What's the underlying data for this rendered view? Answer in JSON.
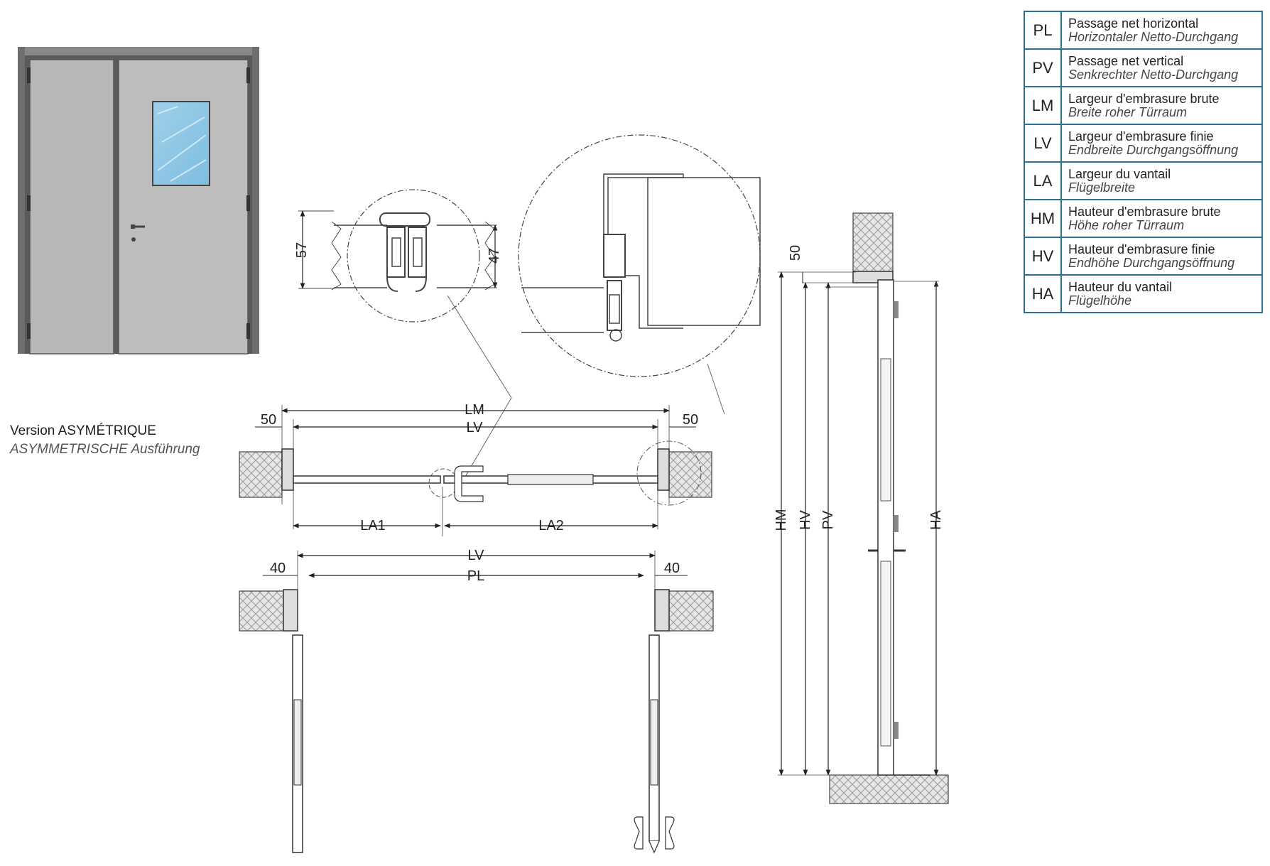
{
  "caption": {
    "version_fr": "Version ASYMÉTRIQUE",
    "version_de": "ASYMMETRISCHE Ausführung"
  },
  "legend": [
    {
      "code": "PL",
      "fr": "Passage net horizontal",
      "de": "Horizontaler Netto-Durchgang"
    },
    {
      "code": "PV",
      "fr": "Passage net vertical",
      "de": "Senkrechter Netto-Durchgang"
    },
    {
      "code": "LM",
      "fr": "Largeur d'embrasure brute",
      "de": "Breite roher Türraum"
    },
    {
      "code": "LV",
      "fr": "Largeur d'embrasure finie",
      "de": "Endbreite Durchgangsöffnung"
    },
    {
      "code": "LA",
      "fr": "Largeur du vantail",
      "de": "Flügelbreite"
    },
    {
      "code": "HM",
      "fr": "Hauteur d'embrasure brute",
      "de": "Höhe roher Türraum"
    },
    {
      "code": "HV",
      "fr": "Hauteur d'embrasure finie",
      "de": "Endhöhe Durchgangsöffnung"
    },
    {
      "code": "HA",
      "fr": "Hauteur du vantail",
      "de": "Flügelhöhe"
    }
  ],
  "dimensions": {
    "detail_left_h": "57",
    "detail_right_h": "47",
    "top_lm": "LM",
    "top_lv": "LV",
    "top_left_50": "50",
    "top_right_50": "50",
    "la1": "LA1",
    "la2": "LA2",
    "bottom_lv": "LV",
    "bottom_pl": "PL",
    "bottom_left_40": "40",
    "bottom_right_40": "40",
    "side_50": "50",
    "hm": "HM",
    "hv": "HV",
    "pv": "PV",
    "ha": "HA"
  }
}
